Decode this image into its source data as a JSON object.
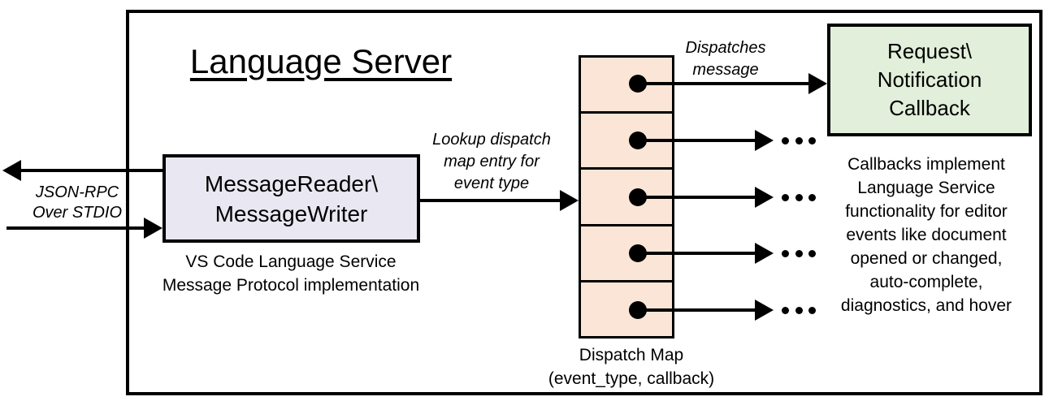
{
  "diagram": {
    "title": "Language Server",
    "io_label": {
      "line1": "JSON-RPC",
      "line2": "Over STDIO"
    },
    "reader_box": {
      "line1": "MessageReader\\",
      "line2": "MessageWriter",
      "caption_line1": "VS Code Language Service",
      "caption_line2": "Message Protocol implementation",
      "fill": "#e9e8f2"
    },
    "lookup_label": {
      "line1": "Lookup dispatch",
      "line2": "map entry for",
      "line3": "event type"
    },
    "dispatch_map": {
      "rows": 5,
      "fill": "#fbe5d6",
      "caption_line1": "Dispatch Map",
      "caption_line2": "(event_type, callback)"
    },
    "dispatches_label": {
      "line1": "Dispatches",
      "line2": "message"
    },
    "callback_box": {
      "line1": "Request\\",
      "line2": "Notification",
      "line3": "Callback",
      "fill": "#e2efda"
    },
    "callbacks_note": {
      "lines": [
        "Callbacks implement",
        "Language Service",
        "functionality for editor",
        "events like document",
        "opened or changed,",
        "auto-complete,",
        "diagnostics, and hover"
      ]
    },
    "ellipsis": "...",
    "colors": {
      "line": "#000000",
      "background": "#ffffff"
    }
  }
}
